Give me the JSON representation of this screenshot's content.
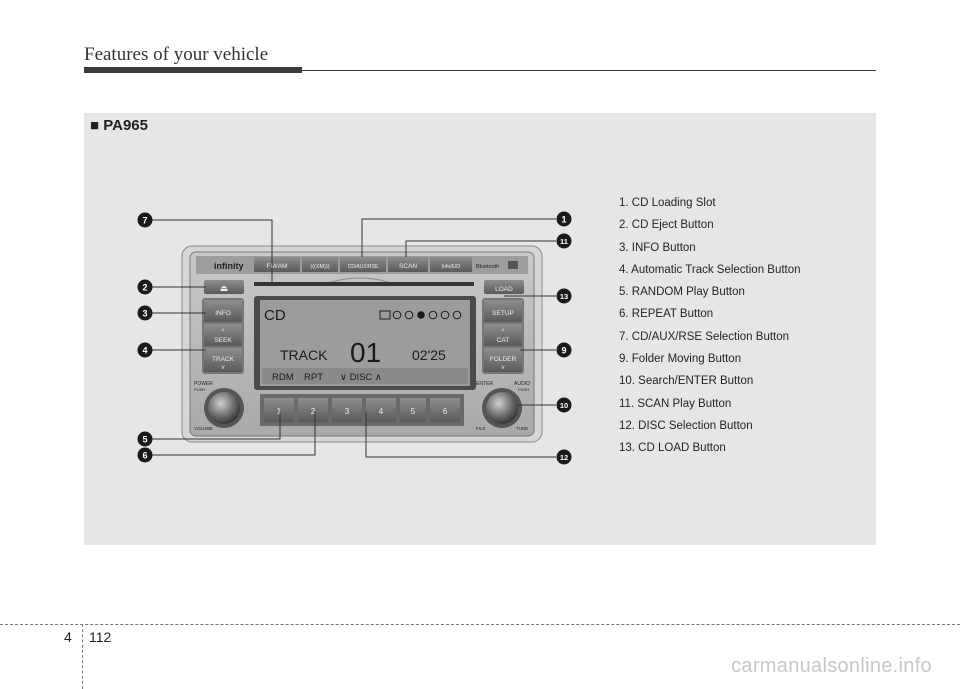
{
  "header": {
    "section_title": "Features of your vehicle"
  },
  "figure": {
    "model": "■ PA965"
  },
  "legend": [
    "1. CD Loading Slot",
    "2. CD Eject Button",
    "3. INFO Button",
    "4. Automatic Track Selection Button",
    "5. RANDOM Play Button",
    "6. REPEAT Button",
    "7. CD/AUX/RSE Selection Button",
    "9. Folder Moving Button",
    "10. Search/ENTER Button",
    "11. SCAN Play Button",
    "12. DISC Selection Button",
    "13. CD LOAD Button"
  ],
  "callouts": [
    "1",
    "2",
    "3",
    "4",
    "5",
    "6",
    "7",
    "9",
    "10",
    "11",
    "12",
    "13"
  ],
  "radio": {
    "brand": "infinity",
    "top_buttons": [
      "FM/AM",
      "(((XM)))",
      "CD/AUX/RSE",
      "SCAN",
      "Info/E/O"
    ],
    "bluetooth": "Bluetooth",
    "eject": "⏏",
    "load": "LOAD",
    "info": "INFO",
    "seek": "SEEK",
    "track_btn": "TRACK",
    "setup": "SETUP",
    "cat": "CAT",
    "folder": "FOLDER",
    "power": "POWER",
    "push1": "PUSH",
    "volume": "VOLUME",
    "enter": "ENTER",
    "audio": "AUDIO",
    "push2": "PUSH",
    "file": "FILE",
    "tune": "TUNE",
    "presets": [
      "1",
      "2",
      "3",
      "4",
      "5",
      "6"
    ],
    "display": {
      "mode": "CD",
      "track_label": "TRACK",
      "track_no": "01",
      "time": "02'25",
      "rdm": "RDM",
      "rpt": "RPT",
      "disc": "∨ DISC ∧"
    }
  },
  "footer": {
    "chapter": "4",
    "page": "112",
    "watermark": "carmanualsonline.info"
  }
}
